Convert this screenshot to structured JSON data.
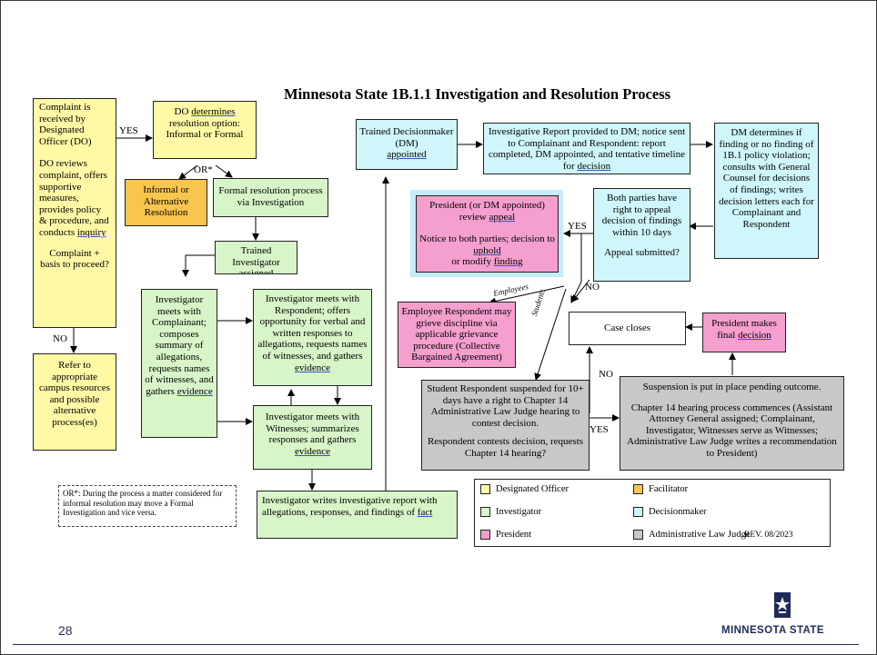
{
  "title": "Minnesota State 1B.1.1 Investigation and Resolution Process",
  "boxes": {
    "complaint_received": "Complaint is received by Designated Officer (DO)",
    "do_reviews": "DO reviews complaint, offers supportive measures, provides policy & procedure, and conducts",
    "do_reviews_inquiry": "inquiry",
    "complaint_basis": "Complaint + basis to proceed?",
    "do_determines_pre": "DO",
    "do_determines_u": "determines",
    "do_determines_post": "resolution option: Informal or Formal",
    "informal": "Informal or Alternative Resolution",
    "formal": "Formal resolution process via Investigation",
    "trained_investigator": "Trained Investigator",
    "trained_investigator_u": "assigned",
    "refer": "Refer to appropriate campus resources and possible alternative process(es)",
    "meets_complainant": "Investigator meets with Complainant; composes summary of allegations, requests names of witnesses, and gathers",
    "meets_complainant_u": "evidence",
    "meets_respondent": "Investigator meets with Respondent; offers opportunity for verbal and written responses to allegations, requests names of witnesses, and gathers",
    "meets_respondent_u": "evidence",
    "meets_witnesses": "Investigator meets with Witnesses; summarizes responses and gathers",
    "meets_witnesses_u": "evidence",
    "writes_report": "Investigator writes investigative report with allegations, responses, and findings of",
    "writes_report_u": "fact",
    "dm_appointed": "Trained Decisionmaker (DM)",
    "dm_appointed_u": "appointed",
    "inv_report": "Investigative Report provided to DM; notice sent to Complainant and Respondent: report completed, DM appointed, and tentative timeline for",
    "inv_report_u": "decision",
    "dm_determines": "DM determines if finding or no finding of 1B.1 policy violation; consults with General Counsel for decisions of findings; writes decision letters each for Complainant and Respondent",
    "appeal_right": "Both parties have right to appeal decision of findings within 10 days",
    "appeal_submitted": "Appeal submitted?",
    "president_review_pre": "President (or DM appointed) review",
    "president_review_u": "appeal",
    "president_notice_pre": "Notice to both parties; decision to",
    "president_notice_u1": "uphold",
    "president_notice_mid": "or modify",
    "president_notice_u2": "finding",
    "employee_grieve": "Employee Respondent may grieve discipline via applicable grievance procedure (Collective Bargained Agreement)",
    "case_closes": "Case closes",
    "president_final_pre": "President makes final",
    "president_final_u": "decision",
    "student_suspended": "Student Respondent suspended for 10+ days have a right to Chapter 14 Administrative Law Judge hearing to contest decision.",
    "student_contests": "Respondent contests decision, requests Chapter 14 hearing?",
    "suspension": "Suspension is put in place pending outcome.",
    "chapter14": "Chapter 14 hearing process commences (Assistant Attorney General assigned; Complainant, Investigator, Witnesses serve as Witnesses; Administrative Law Judge writes a recommendation to President)"
  },
  "labels": {
    "yes1": "YES",
    "or": "OR*",
    "no1": "NO",
    "yes2": "YES",
    "no2": "NO",
    "employees": "Employees",
    "students": "Students",
    "no3": "NO",
    "yes3": "YES"
  },
  "note": "OR*: During the process a matter considered for informal resolution may move a Formal Investigation and vice versa.",
  "legend": [
    {
      "label": "Designated Officer",
      "color": "#fff9a6"
    },
    {
      "label": "Facilitator",
      "color": "#f8c64e"
    },
    {
      "label": "Investigator",
      "color": "#d7f5c8"
    },
    {
      "label": "Decisionmaker",
      "color": "#cff6fb"
    },
    {
      "label": "President",
      "color": "#f59fce"
    },
    {
      "label": "Administrative Law Judge",
      "color": "#c8c8c8"
    }
  ],
  "rev": "REV. 08/2023",
  "page_number": "28",
  "logo_text": "MINNESOTA STATE",
  "logo_icon": "minnesota-state-star-icon"
}
